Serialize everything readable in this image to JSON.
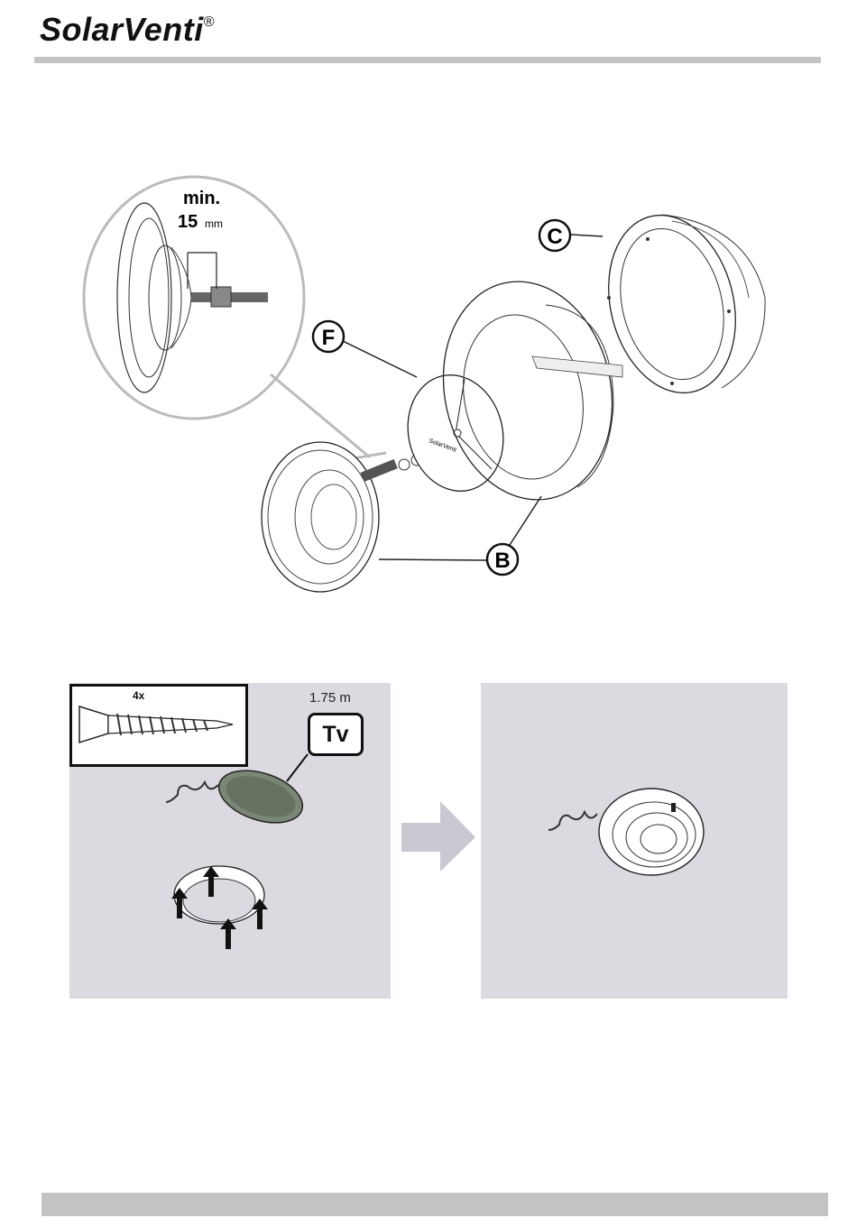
{
  "header": {
    "brand": "SolarVenti",
    "registered_mark": "®"
  },
  "diagram": {
    "min_label": "min.",
    "min_value": "15",
    "min_unit": "mm",
    "callouts": {
      "c": "C",
      "f": "F",
      "b": "B"
    },
    "disc_brand": "SolarVenti"
  },
  "install": {
    "screw_count": "4x",
    "mount_height": "1.75 m",
    "sensor_label": "Tv"
  },
  "colors": {
    "panel_bg": "#ddd9e0",
    "arrow": "#ccc8d2",
    "rule": "#c3c3c3"
  }
}
